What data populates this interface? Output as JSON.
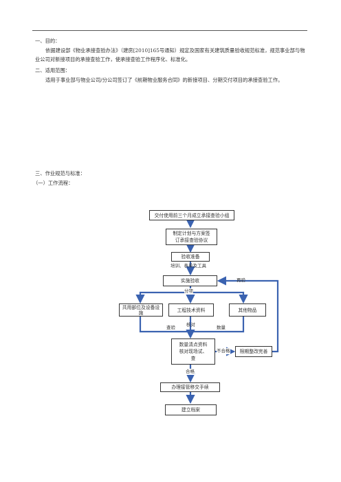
{
  "doc": {
    "s1_heading": "一、目的：",
    "s1_body": "依据建设部《物业承接查验办法》（建房[2010]165号通知）规定及国家有关建筑质量验收规范标准，规范事业部与物业公司对新接项目的承接查验工作，使承接查验工作程序化、标准化。",
    "s2_heading": "二、适用范围：",
    "s2_body": "适用于事业部与物业公司/分公司签订了《前期物业服务合同》的新接项目、分期交付项目的承接查验工作。",
    "s3_heading": "三、作业规范与标准：",
    "s3_sub": "（一）工作流程："
  },
  "flow": {
    "step1": "交付使用前三个月成立承接查验小组",
    "step2": "制定计划与方案签订承接查验协议",
    "step3": "验收准备",
    "step3_note": "培训、表单及工具",
    "step4": "实施验收",
    "recheck": "再验",
    "split": "分项",
    "cat1": "共用部位及设备设施",
    "cat2": "工程技术资料",
    "cat3": "其他物品",
    "lab_check": "查验",
    "lab_verify": "核对",
    "lab_count": "数量",
    "step5": "数量清点资料核对现场试、查",
    "fail": "不合格",
    "rectify": "限期整改完善",
    "pass": "合格",
    "step6": "办理接管移交手续",
    "step7": "建立档案"
  }
}
